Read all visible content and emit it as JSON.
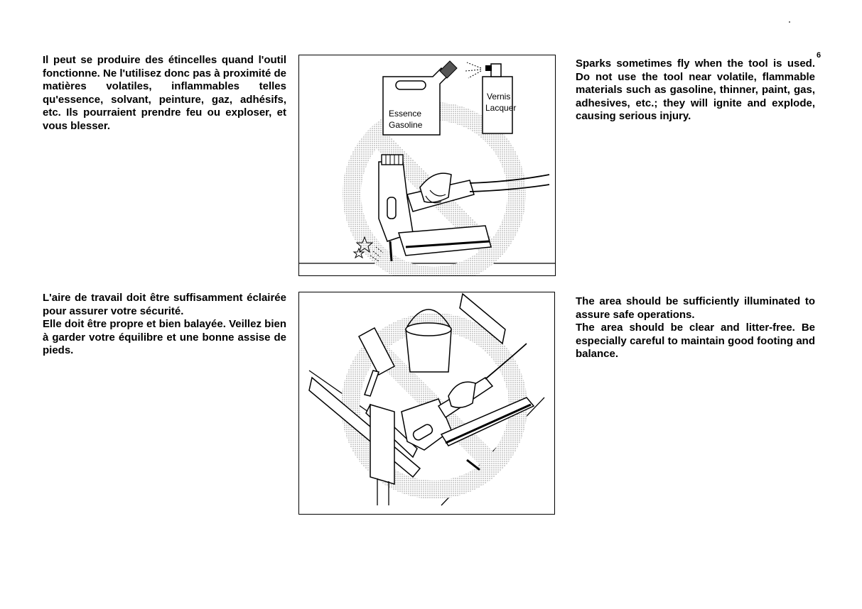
{
  "page_number": "6",
  "french": {
    "sparks_warning": "Il peut se produire des étincelles quand l'outil fonctionne. Ne l'utilisez donc pas à proximité de matières volatiles, inflammables telles qu'essence, solvant, peinture, gaz, adhésifs, etc. Ils pourraient prendre feu ou exploser, et vous blesser.",
    "area_paragraph_1": "L'aire de travail doit être suffisamment éclairée pour assurer votre sécurité.",
    "area_paragraph_2": "Elle doit être propre et bien balayée. Veillez bien à garder votre équilibre et une bonne assise de pieds."
  },
  "english": {
    "sparks_warning": "Sparks sometimes fly when the tool is used. Do not use the tool near volatile, flammable materials such as gasoline, thinner, paint, gas, adhesives, etc.; they will ignite and explode, causing serious injury.",
    "area_paragraph_1": "The area should be sufficiently illuminated to assure safe operations.",
    "area_paragraph_2": "The area should be clear and litter-free. Be especially careful to maintain good footing and balance."
  },
  "figure_sparks": {
    "can_label_fr": "Essence",
    "can_label_en": "Gasoline",
    "spray_label_fr": "Vernis",
    "spray_label_en": "Lacquer"
  },
  "colors": {
    "ink": "#000000",
    "prohibition_stipple": "#b8b8b8"
  }
}
